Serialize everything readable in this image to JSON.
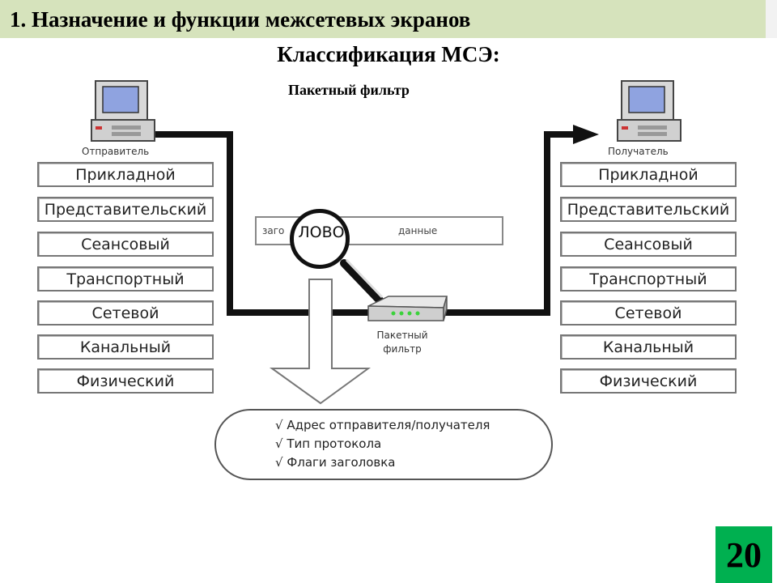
{
  "header": {
    "title": "1. Назначение и функции межсетевых экранов"
  },
  "subtitle": "Классификация МСЭ:",
  "caption": "Пакетный фильтр",
  "sender": {
    "label": "Отправитель",
    "layers": [
      "Прикладной",
      "Представительский",
      "Сеансовый",
      "Транспортный",
      "Сетевой",
      "Канальный",
      "Физический"
    ]
  },
  "receiver": {
    "label": "Получатель",
    "layers": [
      "Прикладной",
      "Представительский",
      "Сеансовый",
      "Транспортный",
      "Сетевой",
      "Канальный",
      "Физический"
    ]
  },
  "packet": {
    "header_text": "заго",
    "lens_text": "ЛОВО",
    "data_text": "данные"
  },
  "filter": {
    "label_line1": "Пакетный",
    "label_line2": "фильтр"
  },
  "criteria": [
    "√ Адрес отправителя/получателя",
    "√ Тип протокола",
    "√ Флаги заголовка"
  ],
  "page_number": "20",
  "colors": {
    "header_bg": "#d6e3bc",
    "page_badge": "#00b050",
    "filter_light": "#3bd23b"
  }
}
